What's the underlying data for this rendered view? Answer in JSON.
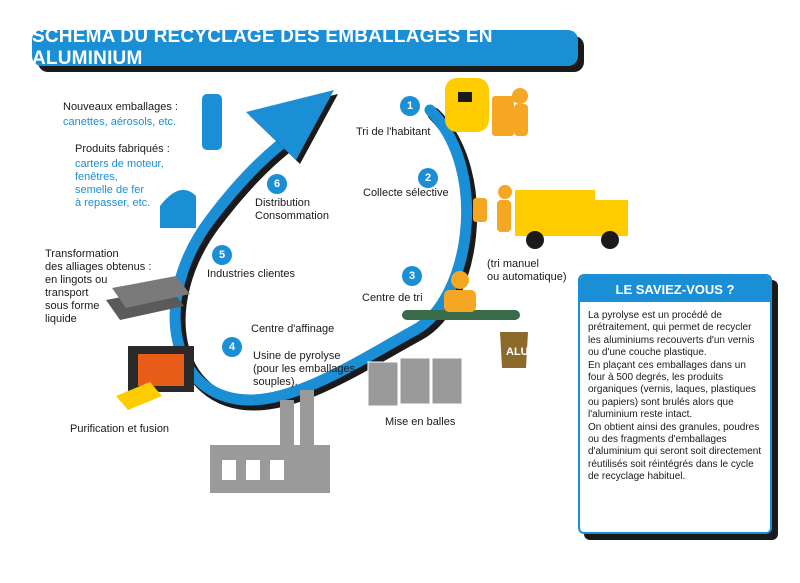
{
  "title": "SCHÉMA DU RECYCLAGE DES EMBALLAGES EN ALUMINIUM",
  "steps": [
    {
      "num": "1",
      "label": "Tri de l'habitant"
    },
    {
      "num": "2",
      "label": "Collecte sélective"
    },
    {
      "num": "3",
      "label": "Centre de tri"
    },
    {
      "num": "4",
      "label": "Centre d'affinage"
    },
    {
      "num": "5",
      "label": "Industries clientes"
    },
    {
      "num": "6",
      "label_line1": "Distribution",
      "label_line2": "Consommation"
    }
  ],
  "annotations": {
    "tri_manuel_line1": "(tri manuel",
    "tri_manuel_line2": "ou automatique)",
    "alu_bin": "ALU",
    "mise_en_balles": "Mise en balles",
    "pyrolyse_line1": "Usine de pyrolyse",
    "pyrolyse_line2": "(pour les emballages",
    "pyrolyse_line3": "souples).",
    "purification": "Purification et fusion",
    "transformation_lines": [
      "Transformation",
      "des alliages obtenus :",
      "en lingots ou",
      "transport",
      "sous forme",
      "liquide"
    ],
    "nouveaux_title": "Nouveaux emballages :",
    "nouveaux_items": "canettes, aérosols, etc.",
    "produits_title": "Produits fabriqués :",
    "produits_items": [
      "carters de moteur,",
      "fenêtres,",
      "semelle de fer",
      "à repasser, etc."
    ]
  },
  "info_box": {
    "title": "LE SAVIEZ-VOUS ?",
    "paragraphs": [
      "La pyrolyse est un procédé de prétraitement, qui permet de recycler les aluminiums recouverts d'un vernis ou d'une couche plastique.",
      "En plaçant ces emballages dans un four à 500 degrés, les produits organiques (vernis, laques, plastiques ou papiers) sont brulés alors que l'aluminium reste intact.",
      "On obtient ainsi des granules, poudres ou des fragments d'emballages d'aluminium qui seront soit directement réutilisés soit réintégrés dans le cycle de recyclage habituel."
    ]
  },
  "colors": {
    "accent_blue": "#1b8fd6",
    "yellow": "#ffcc00",
    "orange": "#f5a623",
    "grey": "#9a9a9a",
    "dark": "#1a1a1a"
  }
}
